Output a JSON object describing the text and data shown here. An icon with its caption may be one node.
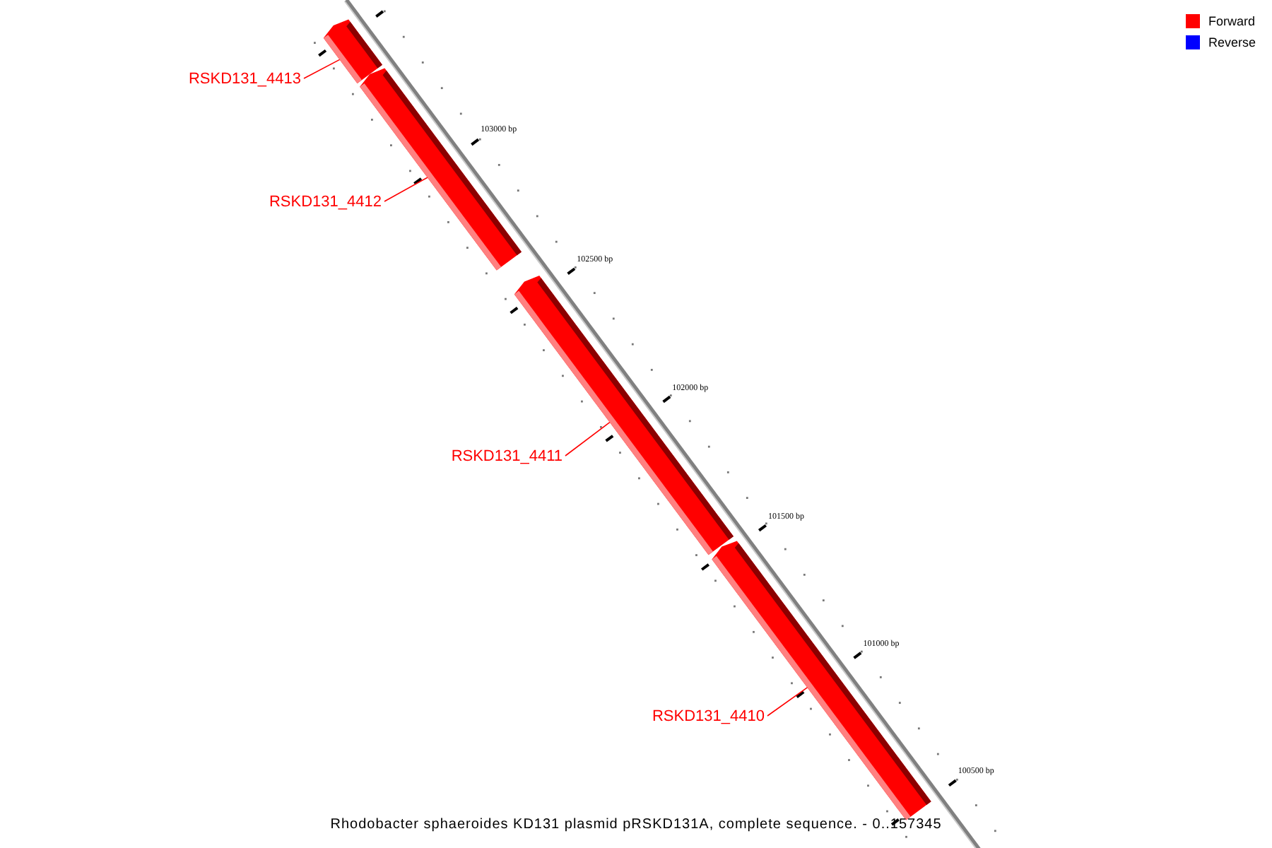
{
  "diagram": {
    "caption": "Rhodobacter sphaeroides KD131 plasmid pRSKD131A, complete sequence. - 0..157345",
    "nodes": [
      {
        "text": [
          "RSKD131_4413"
        ]
      },
      {
        "text": [],
        "shape": "bar"
      },
      {
        "text": [
          "RSKD131_4412"
        ]
      },
      {
        "text": [],
        "shape": "bar"
      },
      {
        "text": [
          "RSKD131_4411"
        ]
      },
      {
        "text": [],
        "shape": "bar"
      },
      {
        "text": [
          "RSKD131_4410"
        ]
      },
      {
        "text": [],
        "shape": "bar"
      }
    ],
    "edges": [
      {
        "from": 0,
        "to": 1,
        "arrow": "none"
      },
      {
        "from": 2,
        "to": 3,
        "arrow": "none"
      },
      {
        "from": 4,
        "to": 5,
        "arrow": "none"
      },
      {
        "from": 6,
        "to": 7,
        "arrow": "none"
      }
    ],
    "labels": [
      "103000 bp",
      "102500 bp",
      "102000 bp",
      "101500 bp",
      "101000 bp",
      "100500 bp"
    ],
    "legend": [
      {
        "text": "Forward",
        "color": "#ff0000"
      },
      {
        "text": "Reverse",
        "color": "#0000ff"
      }
    ]
  }
}
